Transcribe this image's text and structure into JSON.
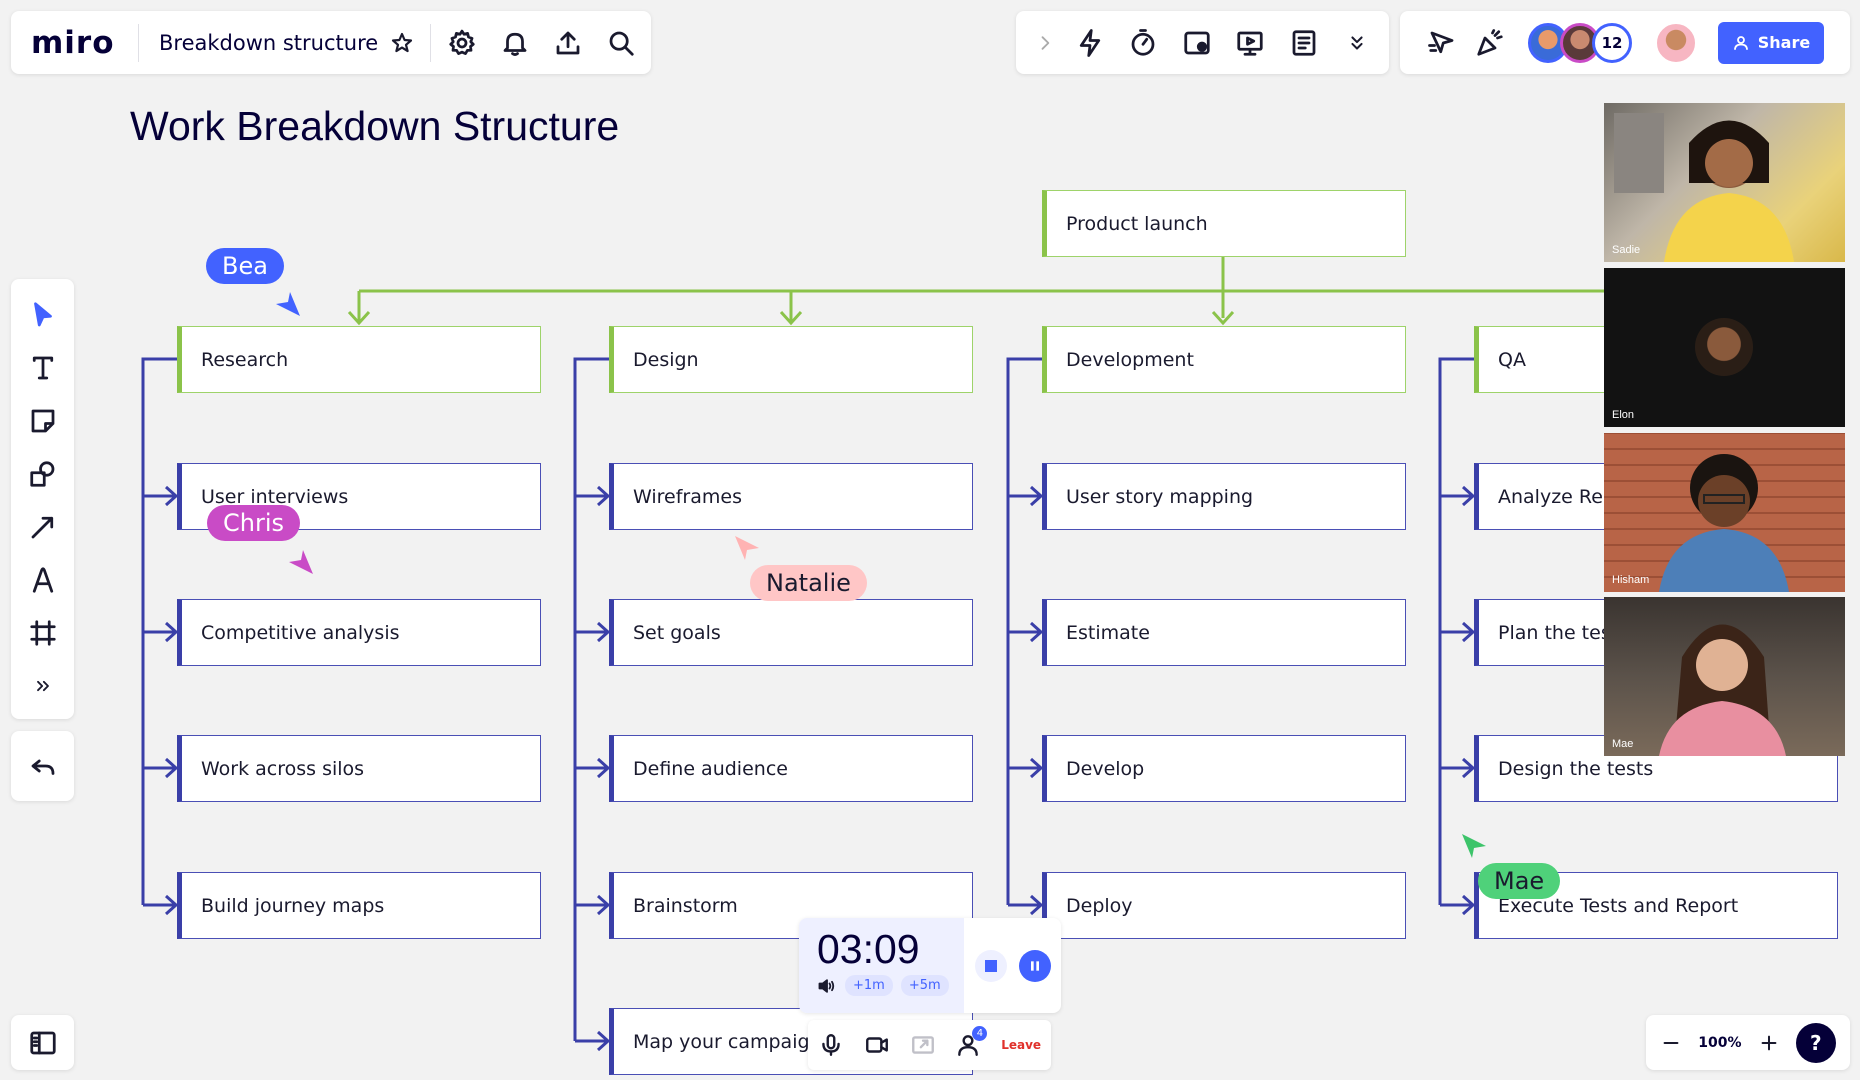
{
  "app": {
    "logo": "miro",
    "board_title": "Breakdown structure"
  },
  "board": {
    "heading": "Work Breakdown Structure",
    "root": "Product launch",
    "columns": [
      {
        "title": "Research",
        "items": [
          "User interviews",
          "Competitive analysis",
          "Work across silos",
          "Build journey maps"
        ]
      },
      {
        "title": "Design",
        "items": [
          "Wireframes",
          "Set goals",
          "Define audience",
          "Brainstorm",
          "Map your campaign"
        ]
      },
      {
        "title": "Development",
        "items": [
          "User story mapping",
          "Estimate",
          "Develop",
          "Deploy"
        ]
      },
      {
        "title": "QA",
        "items": [
          "Analyze Requirements",
          "Plan the tests",
          "Design the tests",
          "Execute Tests and Report"
        ]
      }
    ]
  },
  "collaborators": {
    "cursors": [
      {
        "name": "Bea",
        "color": "#4262ff"
      },
      {
        "name": "Chris",
        "color": "#c94bc6"
      },
      {
        "name": "Natalie",
        "color": "#ffc0c0"
      },
      {
        "name": "Mae",
        "color": "#4fd17a"
      }
    ],
    "extra_count": "12"
  },
  "share_label": "Share",
  "video_tiles": [
    "Sadie",
    "Elon",
    "Hisham",
    "Mae"
  ],
  "timer": {
    "time": "03:09",
    "add1": "+1m",
    "add5": "+5m"
  },
  "call": {
    "leave": "Leave",
    "participants": "4"
  },
  "zoom": {
    "level": "100%"
  },
  "colors": {
    "accent": "#4262ff",
    "tree_green": "#8bc34a",
    "tree_blue": "#3a3fa8"
  }
}
